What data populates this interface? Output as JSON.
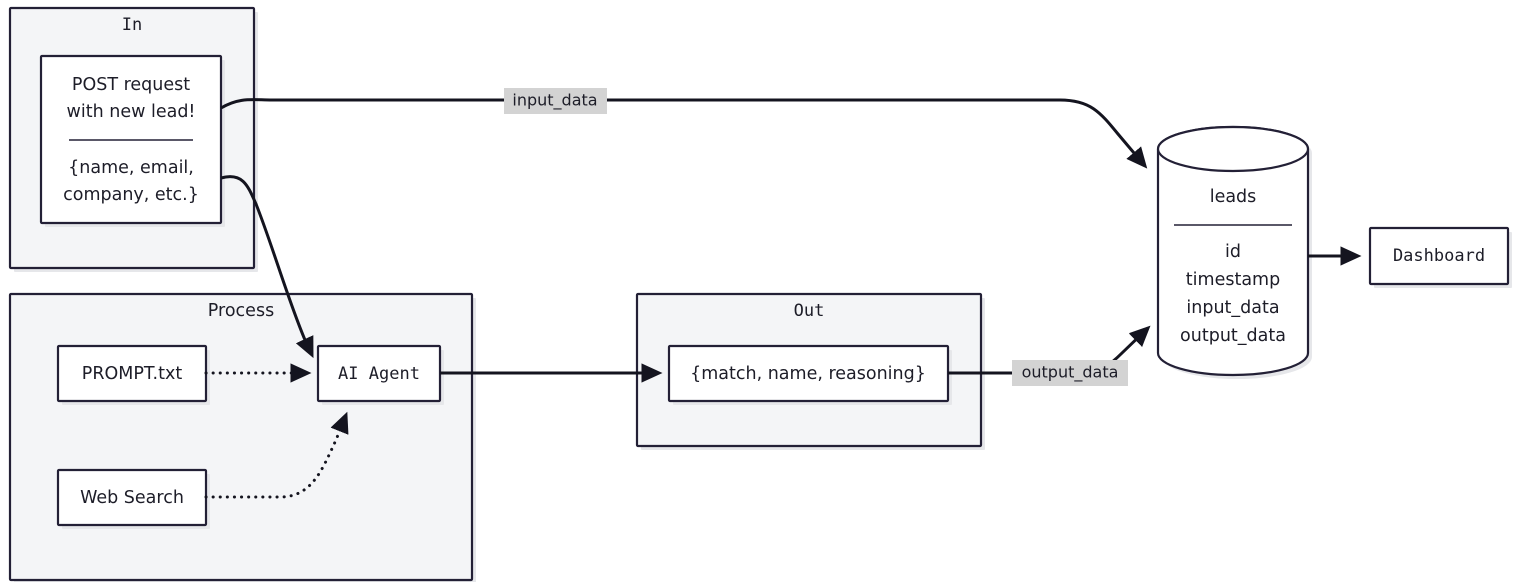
{
  "diagram": {
    "type": "flowchart",
    "background": "#ffffff",
    "stroke_color": "#232036",
    "edge_color": "#14141f",
    "cluster_fill": "#f4f5f7",
    "node_fill": "#ffffff",
    "edge_label_bg": "#d3d3d3"
  },
  "clusters": [
    {
      "id": "in",
      "title": "In"
    },
    {
      "id": "process",
      "title": "Process"
    },
    {
      "id": "out",
      "title": "Out"
    }
  ],
  "nodes": {
    "post_request": {
      "title_line1": "POST request",
      "title_line2": "with new lead!",
      "body_line1": "{name, email,",
      "body_line2": "company, etc.}"
    },
    "prompt_file": {
      "label": "PROMPT.txt"
    },
    "web_search": {
      "label": "Web Search"
    },
    "ai_agent": {
      "label": "AI Agent"
    },
    "out_payload": {
      "label": "{match, name, reasoning}"
    },
    "database": {
      "name": "leads",
      "fields": [
        "id",
        "timestamp",
        "input_data",
        "output_data"
      ]
    },
    "dashboard": {
      "label": "Dashboard"
    }
  },
  "edges": [
    {
      "id": "post-to-db",
      "label": "input_data",
      "style": "solid"
    },
    {
      "id": "post-to-agent",
      "label": "",
      "style": "solid"
    },
    {
      "id": "prompt-to-agent",
      "label": "",
      "style": "dotted"
    },
    {
      "id": "websearch-to-agent",
      "label": "",
      "style": "dotted"
    },
    {
      "id": "agent-to-out",
      "label": "",
      "style": "solid"
    },
    {
      "id": "out-to-db",
      "label": "output_data",
      "style": "solid"
    },
    {
      "id": "db-to-dashboard",
      "label": "",
      "style": "solid"
    }
  ]
}
